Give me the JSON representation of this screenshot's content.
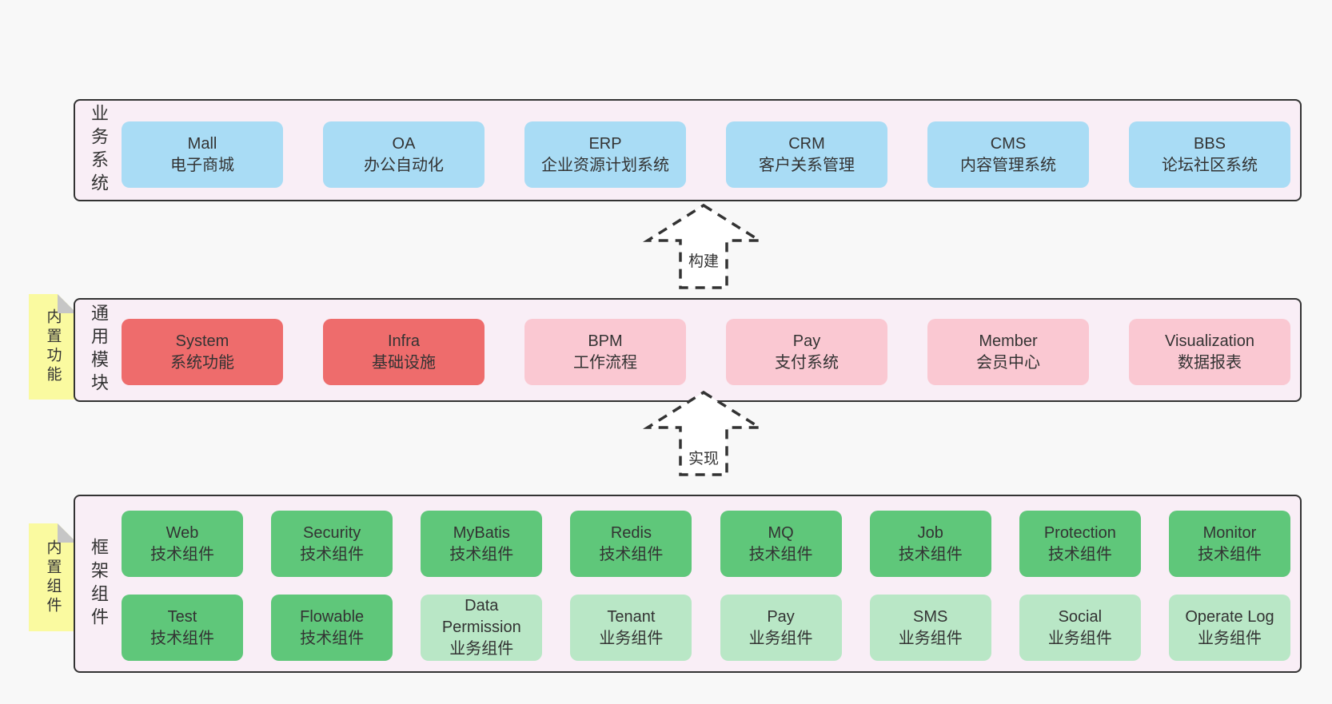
{
  "colors": {
    "page_bg": "#f8f8f8",
    "container_bg": "#f9eef6",
    "border": "#333333",
    "text": "#333333",
    "blue": "#a9dcf5",
    "red": "#ee6c6c",
    "pink": "#fac8d2",
    "green_dark": "#5fc77a",
    "green_light": "#b9e7c6",
    "note_yellow": "#fafaa0",
    "note_fold": "#c6c6c6",
    "arrow_fill": "#ffffff"
  },
  "arrows": {
    "build": "构建",
    "implement": "实现"
  },
  "bands": {
    "business": {
      "label": "业务系统",
      "boxes": [
        {
          "name": "Mall",
          "desc": "电子商城"
        },
        {
          "name": "OA",
          "desc": "办公自动化"
        },
        {
          "name": "ERP",
          "desc": "企业资源计划系统"
        },
        {
          "name": "CRM",
          "desc": "客户关系管理"
        },
        {
          "name": "CMS",
          "desc": "内容管理系统"
        },
        {
          "name": "BBS",
          "desc": "论坛社区系统"
        }
      ]
    },
    "modules": {
      "label": "通用模块",
      "note": "内置功能",
      "boxes": [
        {
          "name": "System",
          "desc": "系统功能",
          "variant": "red"
        },
        {
          "name": "Infra",
          "desc": "基础设施",
          "variant": "red"
        },
        {
          "name": "BPM",
          "desc": "工作流程",
          "variant": "pink"
        },
        {
          "name": "Pay",
          "desc": "支付系统",
          "variant": "pink"
        },
        {
          "name": "Member",
          "desc": "会员中心",
          "variant": "pink"
        },
        {
          "name": "Visualization",
          "desc": "数据报表",
          "variant": "pink"
        }
      ]
    },
    "components": {
      "label": "框架组件",
      "note": "内置组件",
      "row1": [
        {
          "name": "Web",
          "desc": "技术组件",
          "variant": "green_dark"
        },
        {
          "name": "Security",
          "desc": "技术组件",
          "variant": "green_dark"
        },
        {
          "name": "MyBatis",
          "desc": "技术组件",
          "variant": "green_dark"
        },
        {
          "name": "Redis",
          "desc": "技术组件",
          "variant": "green_dark"
        },
        {
          "name": "MQ",
          "desc": "技术组件",
          "variant": "green_dark"
        },
        {
          "name": "Job",
          "desc": "技术组件",
          "variant": "green_dark"
        },
        {
          "name": "Protection",
          "desc": "技术组件",
          "variant": "green_dark"
        },
        {
          "name": "Monitor",
          "desc": "技术组件",
          "variant": "green_dark"
        }
      ],
      "row2": [
        {
          "name": "Test",
          "desc": "技术组件",
          "variant": "green_dark"
        },
        {
          "name": "Flowable",
          "desc": "技术组件",
          "variant": "green_dark"
        },
        {
          "name": "Data Permission",
          "desc": "业务组件",
          "variant": "green_light"
        },
        {
          "name": "Tenant",
          "desc": "业务组件",
          "variant": "green_light"
        },
        {
          "name": "Pay",
          "desc": "业务组件",
          "variant": "green_light"
        },
        {
          "name": "SMS",
          "desc": "业务组件",
          "variant": "green_light"
        },
        {
          "name": "Social",
          "desc": "业务组件",
          "variant": "green_light"
        },
        {
          "name": "Operate Log",
          "desc": "业务组件",
          "variant": "green_light"
        }
      ]
    }
  }
}
